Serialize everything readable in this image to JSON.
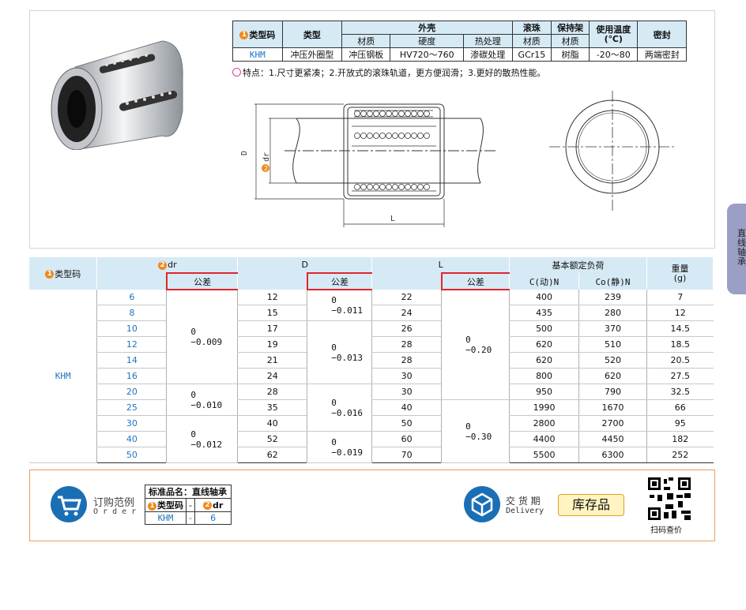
{
  "spec_table": {
    "headers": {
      "type_code": "类型码",
      "type": "类型",
      "housing": "外壳",
      "ball": "滚珠",
      "retainer": "保持架",
      "temp": "使用温度",
      "temp_unit": "(℃)",
      "seal": "密封",
      "material": "材质",
      "hardness": "硬度",
      "heat": "热处理"
    },
    "row": {
      "type_code": "KHM",
      "type": "冲压外圈型",
      "housing_material": "冲压钢板",
      "hardness": "HV720～760",
      "heat": "渗碳处理",
      "ball_material": "GCr15",
      "retainer_material": "树脂",
      "temp": "-20～80",
      "seal": "两端密封"
    }
  },
  "features": "特点：1.尺寸更紧凑；2.开放式的滚珠轨道，更方便润滑；3.更好的散热性能。",
  "drawing": {
    "d_label": "D",
    "dr_label": "dr",
    "l_label": "L",
    "dot2": "2"
  },
  "main_table": {
    "type_code_header": "类型码",
    "dr_header": "dr",
    "d_header": "D",
    "l_header": "L",
    "tol_header": "公差",
    "load_header": "基本额定负荷",
    "c_header": "C(动)N",
    "co_header": "Co(静)N",
    "weight_header": "重量",
    "weight_unit": "(g)",
    "type_code": "KHM",
    "rows": [
      {
        "dr": "6",
        "D": "12",
        "L": "22",
        "C": "400",
        "Co": "239",
        "w": "7"
      },
      {
        "dr": "8",
        "D": "15",
        "L": "24",
        "C": "435",
        "Co": "280",
        "w": "12"
      },
      {
        "dr": "10",
        "D": "17",
        "L": "26",
        "C": "500",
        "Co": "370",
        "w": "14.5"
      },
      {
        "dr": "12",
        "D": "19",
        "L": "28",
        "C": "620",
        "Co": "510",
        "w": "18.5"
      },
      {
        "dr": "14",
        "D": "21",
        "L": "28",
        "C": "620",
        "Co": "520",
        "w": "20.5"
      },
      {
        "dr": "16",
        "D": "24",
        "L": "30",
        "C": "800",
        "Co": "620",
        "w": "27.5"
      },
      {
        "dr": "20",
        "D": "28",
        "L": "30",
        "C": "950",
        "Co": "790",
        "w": "32.5"
      },
      {
        "dr": "25",
        "D": "35",
        "L": "40",
        "C": "1990",
        "Co": "1670",
        "w": "66"
      },
      {
        "dr": "30",
        "D": "40",
        "L": "50",
        "C": "2800",
        "Co": "2700",
        "w": "95"
      },
      {
        "dr": "40",
        "D": "52",
        "L": "60",
        "C": "4400",
        "Co": "4450",
        "w": "182"
      },
      {
        "dr": "50",
        "D": "62",
        "L": "70",
        "C": "5500",
        "Co": "6300",
        "w": "252"
      }
    ],
    "dr_tol": [
      {
        "upper": "0",
        "lower": "−0.009"
      },
      {
        "upper": "0",
        "lower": "−0.010"
      },
      {
        "upper": "0",
        "lower": "−0.012"
      }
    ],
    "d_tol": [
      {
        "upper": "0",
        "lower": "−0.011"
      },
      {
        "upper": "0",
        "lower": "−0.013"
      },
      {
        "upper": "0",
        "lower": "−0.016"
      },
      {
        "upper": "0",
        "lower": "−0.019"
      }
    ],
    "l_tol": [
      {
        "upper": "0",
        "lower": "−0.20"
      },
      {
        "upper": "0",
        "lower": "−0.30"
      }
    ]
  },
  "order": {
    "label_cn": "订购范例",
    "label_en": "O r d e r",
    "std_name": "标准品名：直线轴承",
    "col1": "类型码",
    "dash": "-",
    "col2": "dr",
    "val1": "KHM",
    "val2": "6",
    "delivery_cn": "交 货 期",
    "delivery_en": "Delivery",
    "stock": "库存品",
    "qr_caption": "扫码查价"
  },
  "side_tab": "直线轴承",
  "colors": {
    "accent_blue": "#1a74c4",
    "header_bg": "#d6eaf5",
    "highlight_red": "#e0262a",
    "orange": "#f08a1c"
  }
}
